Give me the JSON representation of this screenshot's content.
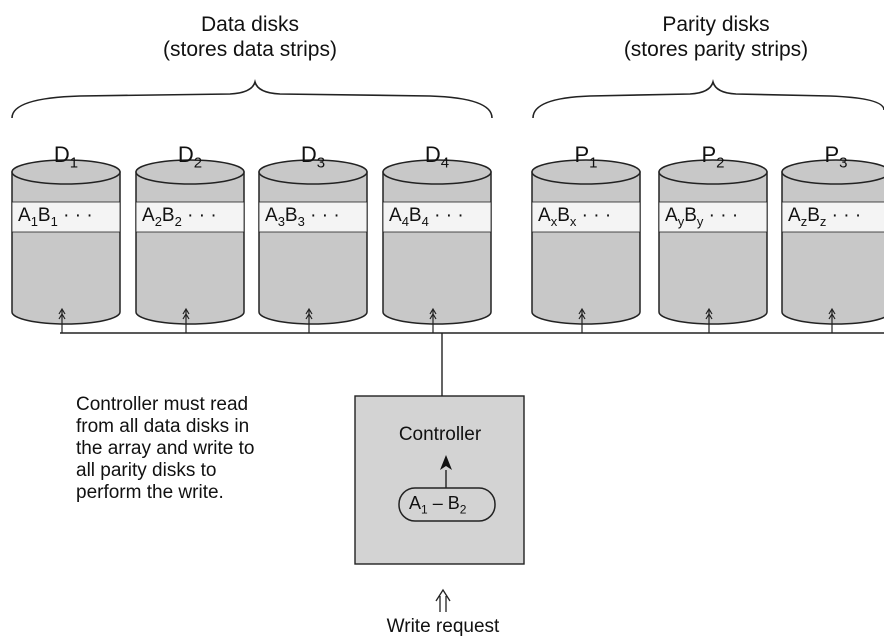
{
  "groups": {
    "data": {
      "title": "Data disks",
      "subtitle": "(stores data strips)"
    },
    "parity": {
      "title": "Parity disks",
      "subtitle": "(stores parity strips)"
    }
  },
  "disks": [
    {
      "letter": "D",
      "index": "1",
      "strip_a": "A",
      "strip_a_sub": "1",
      "strip_b": "B",
      "strip_b_sub": "1",
      "ellipsis": "· · ·"
    },
    {
      "letter": "D",
      "index": "2",
      "strip_a": "A",
      "strip_a_sub": "2",
      "strip_b": "B",
      "strip_b_sub": "2",
      "ellipsis": "· · ·"
    },
    {
      "letter": "D",
      "index": "3",
      "strip_a": "A",
      "strip_a_sub": "3",
      "strip_b": "B",
      "strip_b_sub": "3",
      "ellipsis": "· · ·"
    },
    {
      "letter": "D",
      "index": "4",
      "strip_a": "A",
      "strip_a_sub": "4",
      "strip_b": "B",
      "strip_b_sub": "4",
      "ellipsis": "· · ·"
    },
    {
      "letter": "P",
      "index": "1",
      "strip_a": "A",
      "strip_a_sub": "x",
      "strip_b": "B",
      "strip_b_sub": "x",
      "ellipsis": "· · ·"
    },
    {
      "letter": "P",
      "index": "2",
      "strip_a": "A",
      "strip_a_sub": "y",
      "strip_b": "B",
      "strip_b_sub": "y",
      "ellipsis": "· · ·"
    },
    {
      "letter": "P",
      "index": "3",
      "strip_a": "A",
      "strip_a_sub": "z",
      "strip_b": "B",
      "strip_b_sub": "z",
      "ellipsis": "· · ·"
    }
  ],
  "note": {
    "line1": "Controller must read",
    "line2": "from all data disks in",
    "line3": "the array and write to",
    "line4": "all parity disks to",
    "line5": "perform the write."
  },
  "controller": {
    "label": "Controller",
    "op_a": "A",
    "op_a_sub": "1",
    "op_sep": " – ",
    "op_b": "B",
    "op_b_sub": "2"
  },
  "request": {
    "label": "Write request"
  },
  "colors": {
    "disk_fill": "#c8c8c8",
    "strip_fill": "#f4f4f4",
    "controller_fill": "#d3d3d3",
    "line": "#222222"
  }
}
